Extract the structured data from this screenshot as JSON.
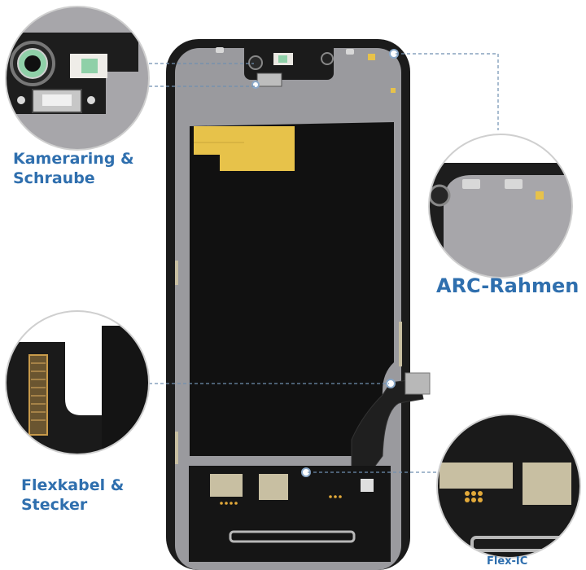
{
  "callouts": {
    "camera": {
      "line1": "Kameraring &",
      "line2": "Schraube"
    },
    "arc": {
      "line1": "ARC-Rahmen"
    },
    "flex": {
      "line1": "Flexkabel &",
      "line2": "Stecker"
    },
    "flexic": {
      "line1": "Flex-IC"
    }
  },
  "colors": {
    "label_blue": "#2f6fae",
    "frame": "#1b1b1b",
    "metal": "#9a9a9e",
    "panel": "#111111",
    "tape": "#e7c24a",
    "chip": "#c8bfa2",
    "dashed_line": "#6f8fb0"
  }
}
